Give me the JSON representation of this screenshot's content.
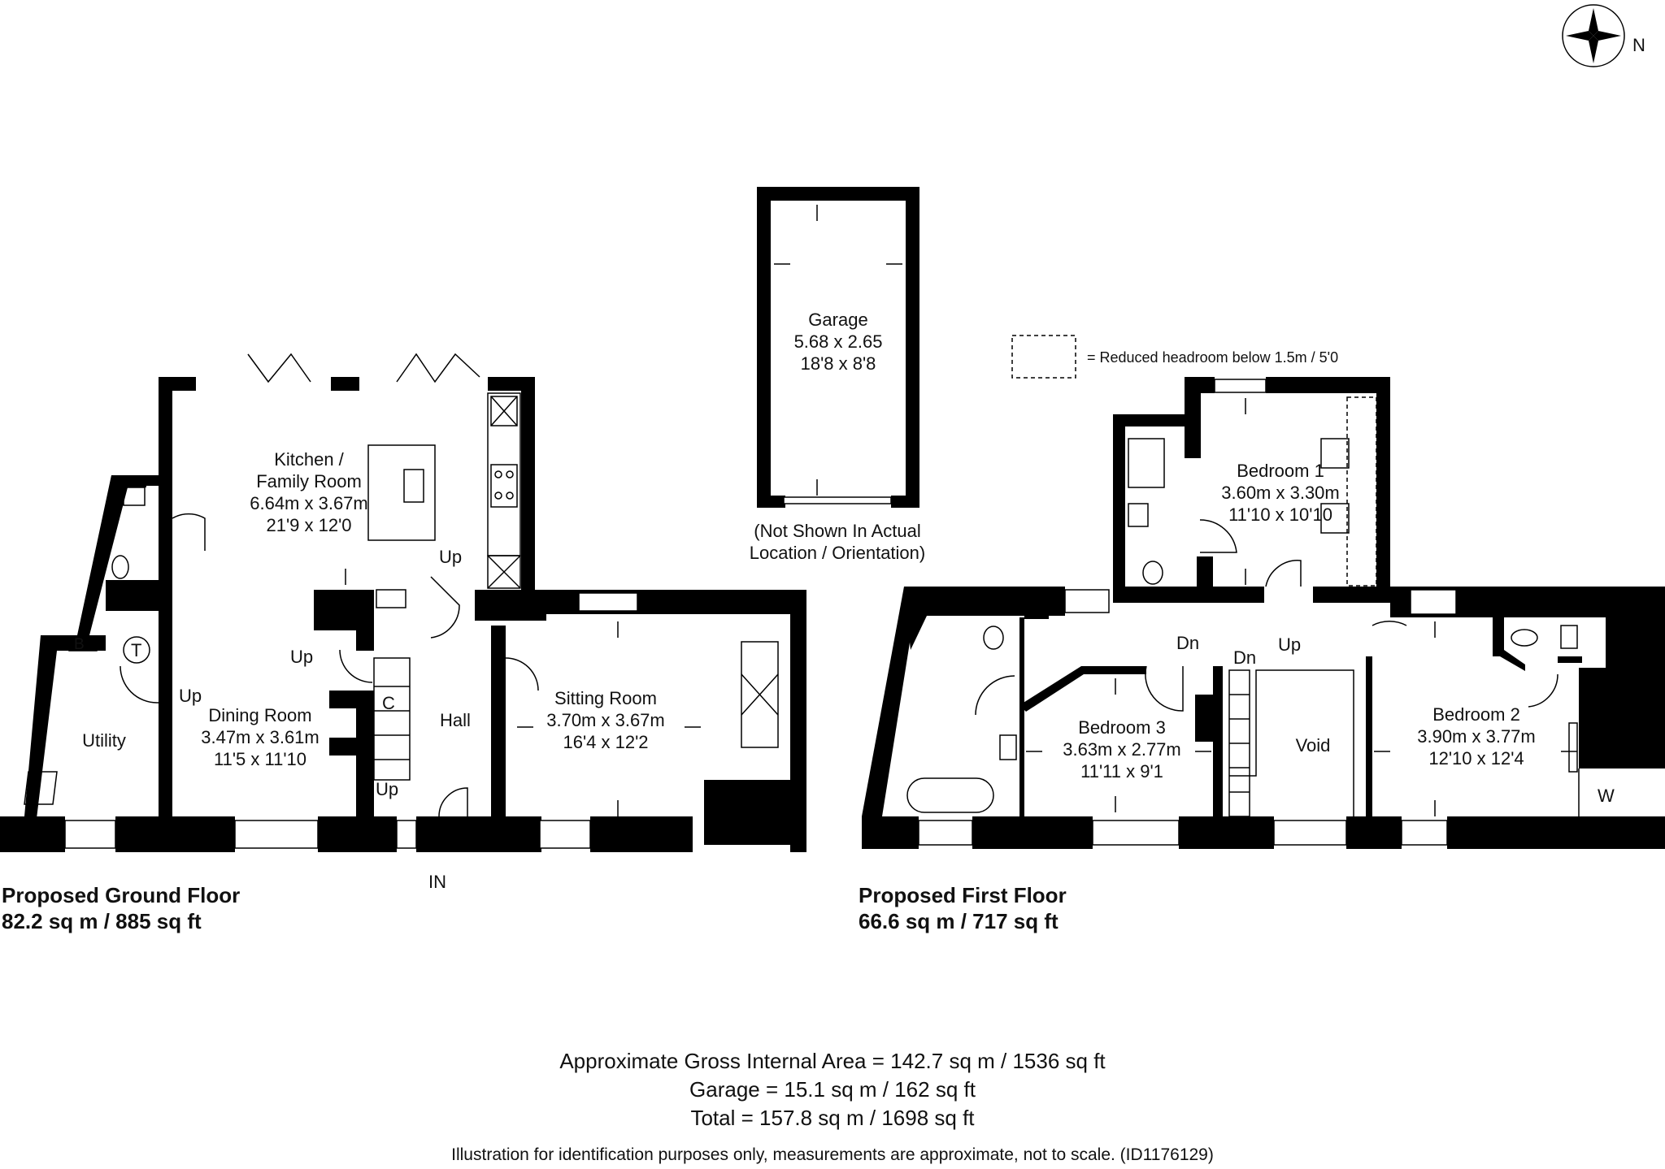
{
  "compass": {
    "icon": "compass-rose-icon",
    "label": "N"
  },
  "legend": {
    "icon": "reduced-headroom-swatch-icon",
    "text": "= Reduced headroom below 1.5m / 5'0"
  },
  "ground_floor": {
    "title": "Proposed Ground Floor",
    "area": "82.2 sq m / 885 sq ft",
    "rooms": {
      "kitchen": {
        "name1": "Kitchen /",
        "name2": "Family Room",
        "metric": "6.64m x 3.67m",
        "imperial": "21'9 x 12'0"
      },
      "dining": {
        "name": "Dining Room",
        "metric": "3.47m x 3.61m",
        "imperial": "11'5 x 11'10"
      },
      "utility": {
        "name": "Utility"
      },
      "hall": {
        "name": "Hall"
      },
      "sitting": {
        "name": "Sitting Room",
        "metric": "3.70m x 3.67m",
        "imperial": "16'4 x 12'2"
      }
    },
    "markers": {
      "boiler": "B",
      "tank": "T",
      "cupboard": "C",
      "up_kitchen": "Up",
      "up_dining": "Up",
      "up_utility": "Up",
      "up_stairs": "Up",
      "entrance": "IN"
    }
  },
  "garage": {
    "name": "Garage",
    "metric": "5.68 x 2.65",
    "imperial": "18'8 x 8'8",
    "note1": "(Not Shown In Actual",
    "note2": "Location / Orientation)"
  },
  "first_floor": {
    "title": "Proposed First Floor",
    "area": "66.6 sq m / 717 sq ft",
    "rooms": {
      "bedroom1": {
        "name": "Bedroom 1",
        "metric": "3.60m x 3.30m",
        "imperial": "11'10 x 10'10"
      },
      "bedroom2": {
        "name": "Bedroom 2",
        "metric": "3.90m x 3.77m",
        "imperial": "12'10 x 12'4"
      },
      "bedroom3": {
        "name": "Bedroom 3",
        "metric": "3.63m x 2.77m",
        "imperial": "11'11 x 9'1"
      },
      "void": {
        "name": "Void"
      }
    },
    "markers": {
      "dn1": "Dn",
      "dn2": "Dn",
      "up": "Up",
      "wardrobe": "W"
    }
  },
  "totals": {
    "gross": "Approximate Gross Internal Area = 142.7 sq m / 1536 sq ft",
    "garage": "Garage  = 15.1 sq m / 162 sq ft",
    "total": "Total = 157.8 sq m / 1698 sq ft"
  },
  "disclaimer": "Illustration for identification purposes only, measurements are approximate, not to scale. (ID1176129)"
}
